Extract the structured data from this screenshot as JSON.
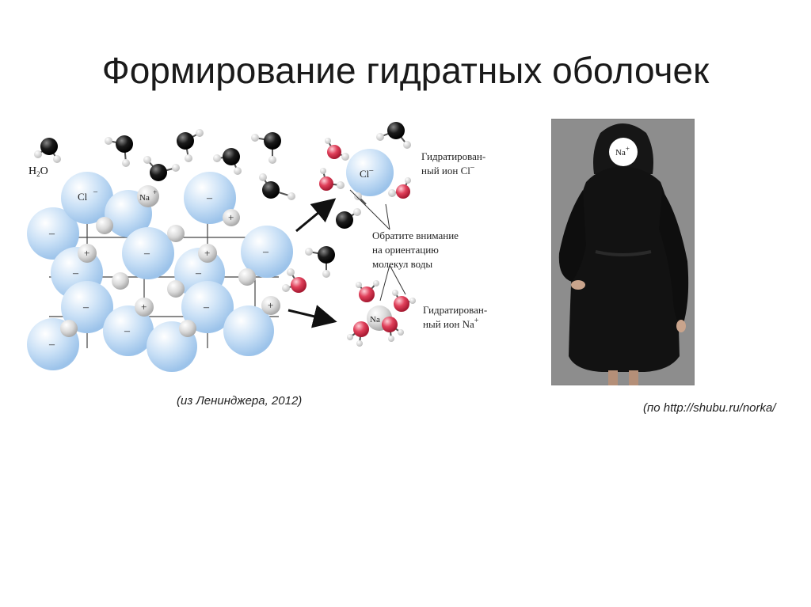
{
  "slide": {
    "title": "Формирование гидратных оболочек",
    "caption_left": "(из Ленинджера, 2012)",
    "caption_right": "(по http://shubu.ru/norka/"
  },
  "diagram": {
    "water_label_h": "H",
    "water_label_sub": "2",
    "water_label_o": "O",
    "crystal_cl_label": "Cl",
    "crystal_na_label": "Na",
    "minus_sign": "–",
    "plus_sign": "+",
    "hydrated_cl_line1": "Гидратирован-",
    "hydrated_cl_line2": "ный ион Cl",
    "hydrated_cl_sup": "–",
    "hydrated_na_line1": "Гидратирован-",
    "hydrated_na_line2": "ный ион Na",
    "hydrated_na_sup": "+",
    "note_line1": "Обратите внимание",
    "note_line2": "на ориентацию",
    "note_line3": "молекул воды",
    "hydrated_cl_ion_label": "Cl",
    "hydrated_na_ion_label": "Na"
  },
  "photo": {
    "face_label": "Na",
    "face_sup": "+"
  },
  "colors": {
    "cl_ion": "#bcd8f2",
    "na_ion": "#d4d4d4",
    "oxygen_dark": "#151515",
    "oxygen_red": "#d8304a",
    "hydrogen": "#f2f2f2",
    "photo_bg": "#8d8d8d",
    "coat": "#111111"
  }
}
